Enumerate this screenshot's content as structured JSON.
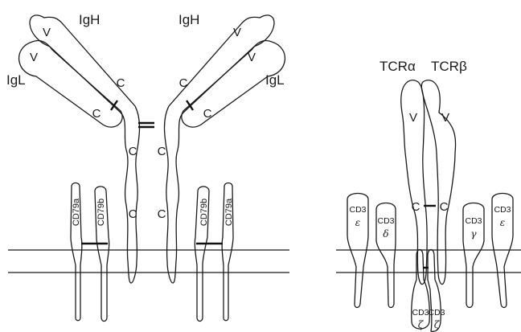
{
  "bcr": {
    "igh_left": "IgH",
    "igh_right": "IgH",
    "igl_left": "IgL",
    "igl_right": "IgL",
    "domain_v": "V",
    "domain_c": "C",
    "cd79a": "CD79a",
    "cd79b": "CD79b"
  },
  "tcr": {
    "alpha": "TCRα",
    "beta": "TCRβ",
    "domain_v": "V",
    "domain_c": "C",
    "cd3": "CD3",
    "epsilon": "ε",
    "delta": "δ",
    "gamma": "γ",
    "zeta": "ζ"
  }
}
